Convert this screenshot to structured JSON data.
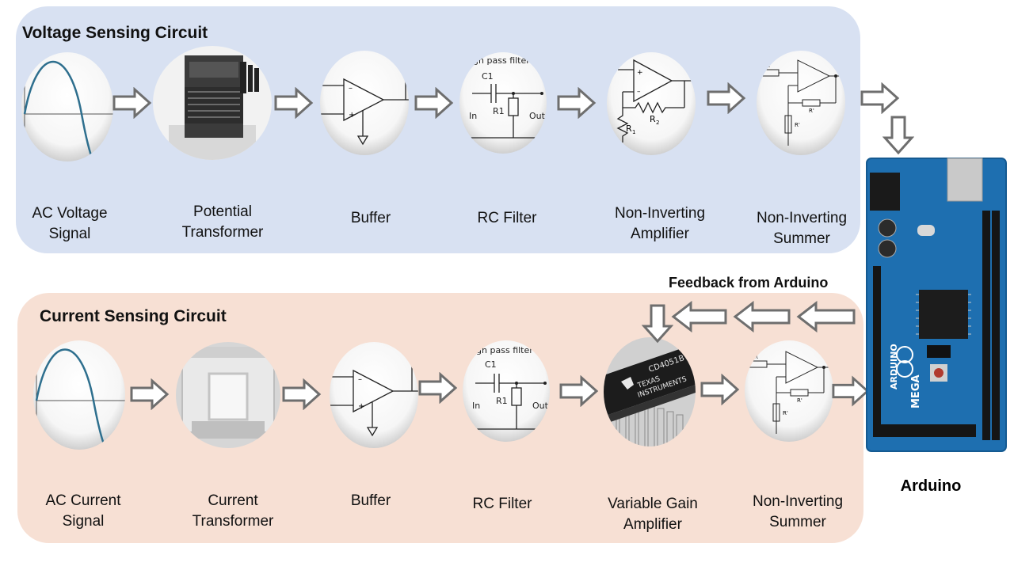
{
  "voltage": {
    "title": "Voltage Sensing Circuit",
    "nodes": [
      {
        "label": "AC Voltage\nSignal",
        "icon": "sine-wave-icon"
      },
      {
        "label": "Potential\nTransformer",
        "icon": "potential-transformer-icon"
      },
      {
        "label": "Buffer",
        "icon": "op-amp-buffer-icon"
      },
      {
        "label": "RC Filter",
        "icon": "rc-filter-icon",
        "caption": "igh pass filter"
      },
      {
        "label": "Non-Inverting\nAmplifier",
        "icon": "non-inverting-amplifier-icon"
      },
      {
        "label": "Non-Inverting\nSummer",
        "icon": "summer-circuit-icon"
      }
    ]
  },
  "current": {
    "title": "Current Sensing Circuit",
    "nodes": [
      {
        "label": "AC Current\nSignal",
        "icon": "sine-wave-icon"
      },
      {
        "label": "Current\nTransformer",
        "icon": "current-transformer-icon"
      },
      {
        "label": "Buffer",
        "icon": "op-amp-buffer-icon"
      },
      {
        "label": "RC Filter",
        "icon": "rc-filter-icon",
        "caption": "igh pass filter"
      },
      {
        "label": "Variable Gain\nAmplifier",
        "icon": "ic-chip-icon"
      },
      {
        "label": "Non-Inverting\nSummer",
        "icon": "summer-circuit-icon"
      }
    ]
  },
  "feedback_label": "Feedback from Arduino",
  "arduino_label": "Arduino",
  "chip_text": {
    "part": "CD4051B",
    "brand_line1": "TEXAS",
    "brand_line2": "INSTRUMENTS"
  },
  "board_text": {
    "name": "ARDUINO",
    "model": "MEGA"
  },
  "colors": {
    "voltage_panel": "#d8e1f2",
    "current_panel": "#f7e0d4",
    "arrow_stroke": "#6e6e6e",
    "wave": "#2e6f8e",
    "board": "#1e6fb0"
  }
}
